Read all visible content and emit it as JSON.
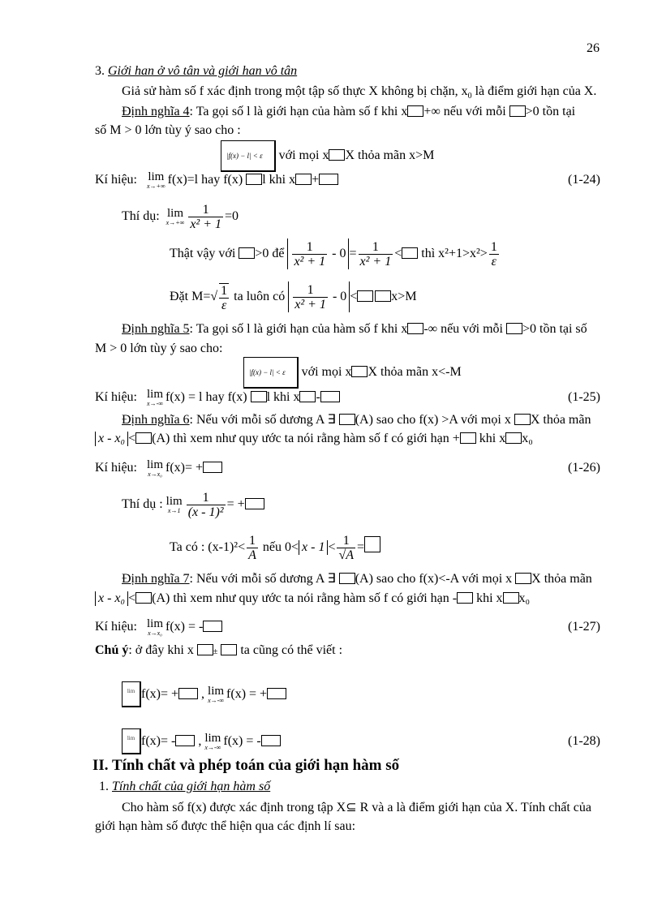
{
  "page_number": "26",
  "sec3": {
    "title_num": "3. ",
    "title": "Giới han ở vô tân và giới han vô tân",
    "intro_a": "Giả sử hàm số f xác định trong một tập số thực X không bị chặn, x",
    "intro_sub": "0",
    "intro_b": " là điểm giới hạn của X."
  },
  "def4": {
    "label": "Định nghĩa 4",
    "a": ": Ta gọi số l là giới hạn của hàm số f khi x",
    "b": "+∞  nếu với mỗi ",
    "c": ">0  tồn tại",
    "cont": "số M > 0 lớn tùy ý sao cho :",
    "formula": "|f(x) − l| < ε",
    "cond_a": "với mọi x",
    "cond_b": "X thỏa mãn x>M"
  },
  "notation24": {
    "label": "Kí hiệu:",
    "lim": "lim",
    "lim_sub": "x→+∞",
    "a": "f(x)=l  hay f(x) ",
    "b": "l khi x",
    "c": "+",
    "eq": "(1-24)"
  },
  "example1": {
    "label": "Thí dụ:",
    "lim": "lim",
    "lim_sub": "x→+∞",
    "num": "1",
    "den": "x² + 1",
    "rhs": "=0",
    "proof_a": "Thật vậy với ",
    "proof_b": ">0 để ",
    "minus0": " - 0",
    "eq_sign": "=",
    "lt": "<",
    "proof_c": " thì x²+1>x²>",
    "eps": "ε",
    "set_a": "Đặt   M=",
    "set_b": " ta luôn có ",
    "set_c": "x>M"
  },
  "def5": {
    "label": "Định nghĩa 5",
    "a": ": Ta gọi số l là giới hạn của hàm số f khi x",
    "b": "-∞  nếu với mỗi ",
    "c": ">0 tồn tại số",
    "cont": "M > 0 lớn tùy ý sao cho:",
    "formula": "|f(x) − l| < ε",
    "cond_a": "với mọi x",
    "cond_b": "X thỏa mãn x<-M"
  },
  "notation25": {
    "label": "Kí hiệu:",
    "lim": "lim",
    "lim_sub": "x→-∞",
    "a": "f(x) = l  hay f(x) ",
    "b": "l khi x",
    "c": "-",
    "eq": "(1-25)"
  },
  "def6": {
    "label": "Định nghĩa 6",
    "a": ": Nếu với mỗi số dương A ∃ ",
    "b": "(A) sao cho f(x) >A với mọi x ",
    "c": "X thỏa mãn",
    "abs": "x - x₀",
    "d": "(A) thì xem như quy ước ta nói rằng hàm số f có giới hạn +",
    "e": " khi x",
    "f": "x₀"
  },
  "notation26": {
    "label": "Kí hiệu:",
    "lim": "lim",
    "lim_sub": "x→x₀",
    "a": "f(x)= +",
    "eq": "(1-26)"
  },
  "example2": {
    "label": "Thí dụ :",
    "lim": "lim",
    "lim_sub": "x→1",
    "num": "1",
    "den": "(x - 1)²",
    "rhs": "= +",
    "a": "Ta có : (x-1)²<",
    "fnum": "1",
    "fden": "A",
    "b": " nếu 0<",
    "abs": "x  - 1",
    "c": "<",
    "sqden": "√A",
    "d": "="
  },
  "def7": {
    "label": "Định nghĩa 7",
    "a": ": Nếu với mỗi số dương A ∃ ",
    "b": "(A) sao cho f(x)<-A với mọi x ",
    "c": "X thỏa mãn",
    "abs": "x - x₀",
    "d": "(A) thì xem như quy ước ta nói rằng hàm số f có giới hạn -",
    "e": " khi x",
    "f": "x₀"
  },
  "notation27": {
    "label": "Kí hiệu:",
    "lim": "lim",
    "lim_sub": "x→x₀",
    "a": "f(x) = -",
    "eq": "(1-27)"
  },
  "note": {
    "label": "Chú ý",
    "a": ": ở đây khi x ",
    "pm": "±",
    "b": " ta cũng có thể viết :",
    "row1_a": "f(x)= +",
    "row1_b": " , ",
    "lim": "lim",
    "lim_sub": "x→-∞",
    "row1_c": "f(x) = +",
    "row2_a": "f(x)= -",
    "row2_c": "f(x) = -",
    "limbox": "lim",
    "eq": "(1-28)"
  },
  "secII": {
    "title": "II. Tính chất và phép toán của giới hạn hàm số",
    "sub_num": "1. ",
    "sub_title": "Tính chất của giới hạn hàm số",
    "p_a": "Cho hàm số f(x) được xác định trong tập X⊆ R và a là điểm giới hạn của X. Tính chất của",
    "p_b": "giới hạn hàm số được thể hiện qua các định lí sau:"
  }
}
